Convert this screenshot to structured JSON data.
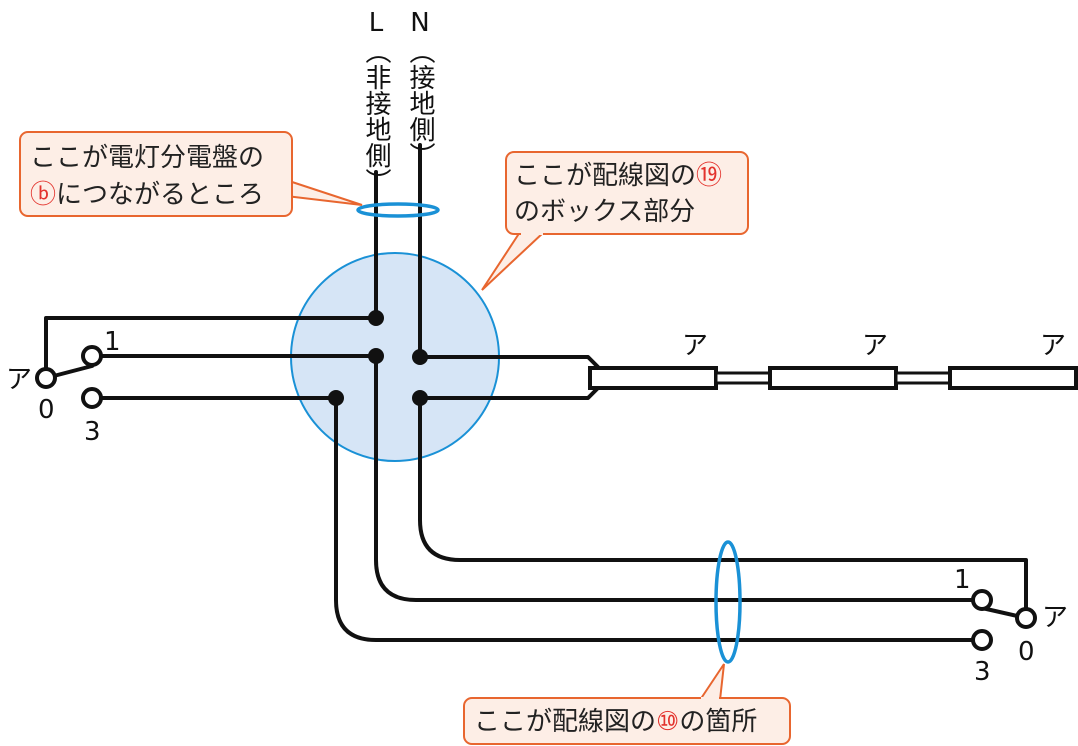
{
  "supply": {
    "line_label": "L（非接地側）",
    "neutral_label": "N（接地側）"
  },
  "left_switch": {
    "name": "ア",
    "terminal_0": "0",
    "terminal_1": "1",
    "terminal_3": "3"
  },
  "right_switch": {
    "name": "ア",
    "terminal_0": "0",
    "terminal_1": "1",
    "terminal_3": "3"
  },
  "lamps": [
    "ア",
    "ア",
    "ア"
  ],
  "callouts": {
    "panel": {
      "line1": "ここが電灯分電盤の",
      "marker": "ⓑ",
      "line2_rest": "につながるところ"
    },
    "box": {
      "line1_text": "ここが配線図の",
      "line1_marker": "⑲",
      "line2": "のボックス部分"
    },
    "cable": {
      "text_a": "ここが配線図の",
      "marker": "⑩",
      "text_b": "の箇所"
    }
  },
  "colors": {
    "box_fill": "#d6e5f6",
    "box_stroke": "#1a91d6",
    "callout_fill": "#fdeee6",
    "callout_stroke": "#e8662f",
    "marker_red": "#e3322c"
  }
}
